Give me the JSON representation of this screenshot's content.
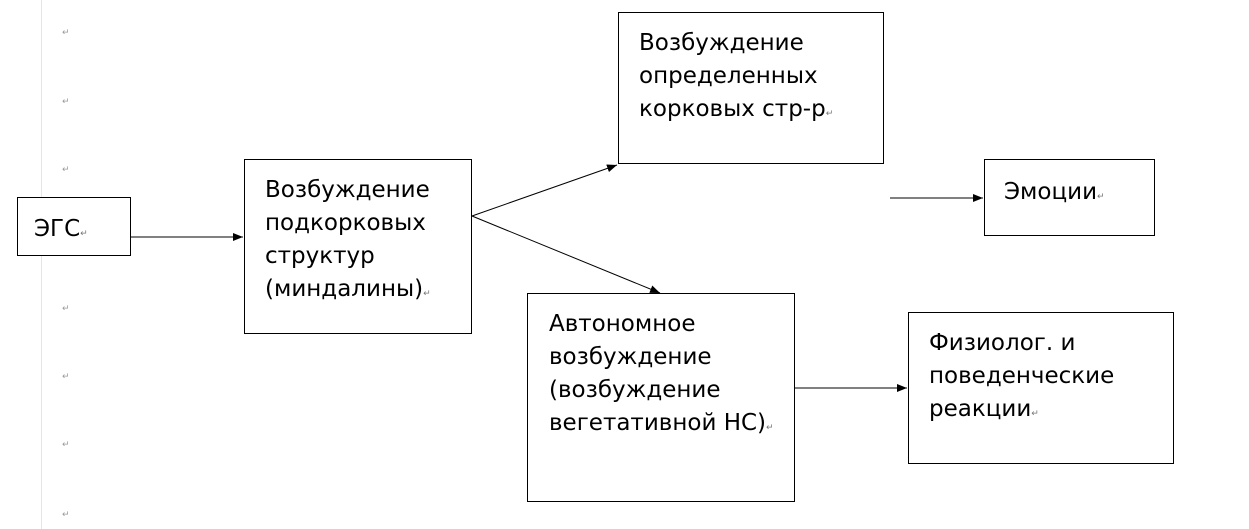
{
  "boxes": {
    "egs": {
      "line1": "ЭГС",
      "mark": "↵"
    },
    "subcortical": {
      "line1": "Возбуждение",
      "line2": "подкорковых",
      "line3": "структур",
      "line4": "(миндалины)",
      "mark": "↵"
    },
    "cortical": {
      "line1": "Возбуждение",
      "line2": "определенных",
      "line3": "корковых стр-р",
      "mark": "↵"
    },
    "emotions": {
      "line1": "Эмоции",
      "mark": "↵"
    },
    "autonomic": {
      "line1": "Автономное",
      "line2": "возбуждение",
      "line3": "(возбуждение",
      "line4": "вегетативной НС)",
      "mark": "↵"
    },
    "physio": {
      "line1": "Физиолог. и",
      "line2": "поведенческие",
      "line3": "реакции",
      "mark": "↵"
    }
  },
  "paragraph_mark": "↵"
}
